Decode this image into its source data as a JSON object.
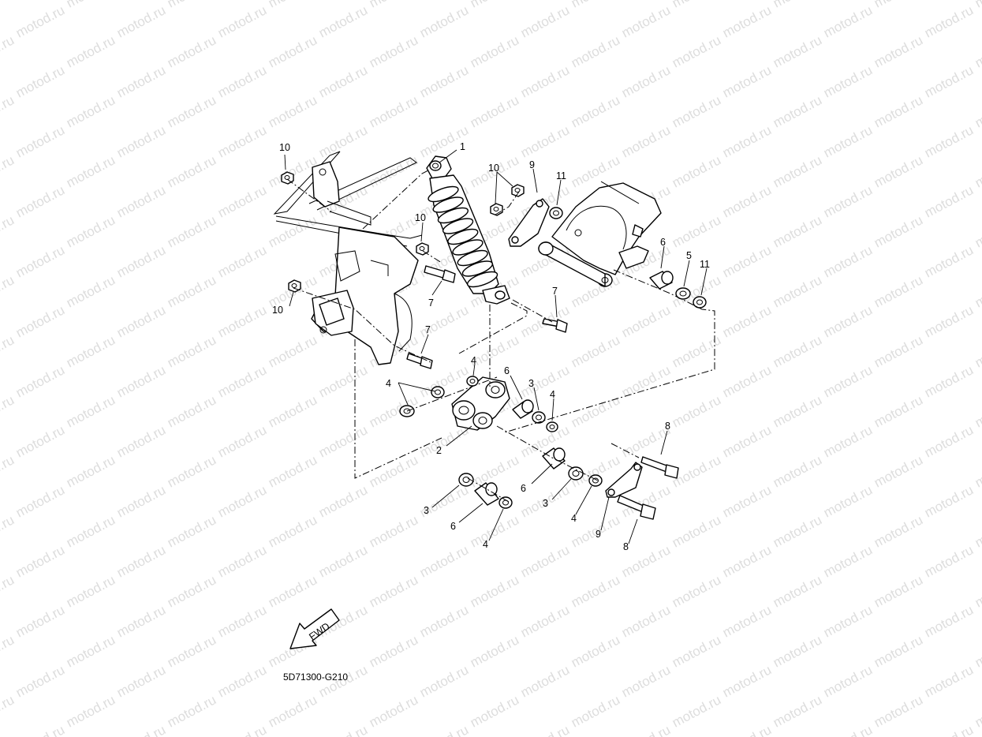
{
  "watermark": {
    "text": "motod.ru",
    "color": "#dddddd"
  },
  "arrow": {
    "label": "FWD"
  },
  "diagram_code": "5D71300-G210",
  "callouts": [
    {
      "id": "c1",
      "label": "1"
    },
    {
      "id": "c10a",
      "label": "10"
    },
    {
      "id": "c10b",
      "label": "10"
    },
    {
      "id": "c10c",
      "label": "10"
    },
    {
      "id": "c10d",
      "label": "10"
    },
    {
      "id": "c9a",
      "label": "9"
    },
    {
      "id": "c11a",
      "label": "11"
    },
    {
      "id": "c6a",
      "label": "6"
    },
    {
      "id": "c5",
      "label": "5"
    },
    {
      "id": "c11b",
      "label": "11"
    },
    {
      "id": "c7a",
      "label": "7"
    },
    {
      "id": "c7b",
      "label": "7"
    },
    {
      "id": "c7c",
      "label": "7"
    },
    {
      "id": "c4a",
      "label": "4"
    },
    {
      "id": "c4b",
      "label": "4"
    },
    {
      "id": "c6b",
      "label": "6"
    },
    {
      "id": "c3a",
      "label": "3"
    },
    {
      "id": "c4c",
      "label": "4"
    },
    {
      "id": "c2",
      "label": "2"
    },
    {
      "id": "c8a",
      "label": "8"
    },
    {
      "id": "c6c",
      "label": "6"
    },
    {
      "id": "c3b",
      "label": "3"
    },
    {
      "id": "c3c",
      "label": "3"
    },
    {
      "id": "c6d",
      "label": "6"
    },
    {
      "id": "c4d",
      "label": "4"
    },
    {
      "id": "c4e",
      "label": "4"
    },
    {
      "id": "c9b",
      "label": "9"
    },
    {
      "id": "c8b",
      "label": "8"
    }
  ]
}
